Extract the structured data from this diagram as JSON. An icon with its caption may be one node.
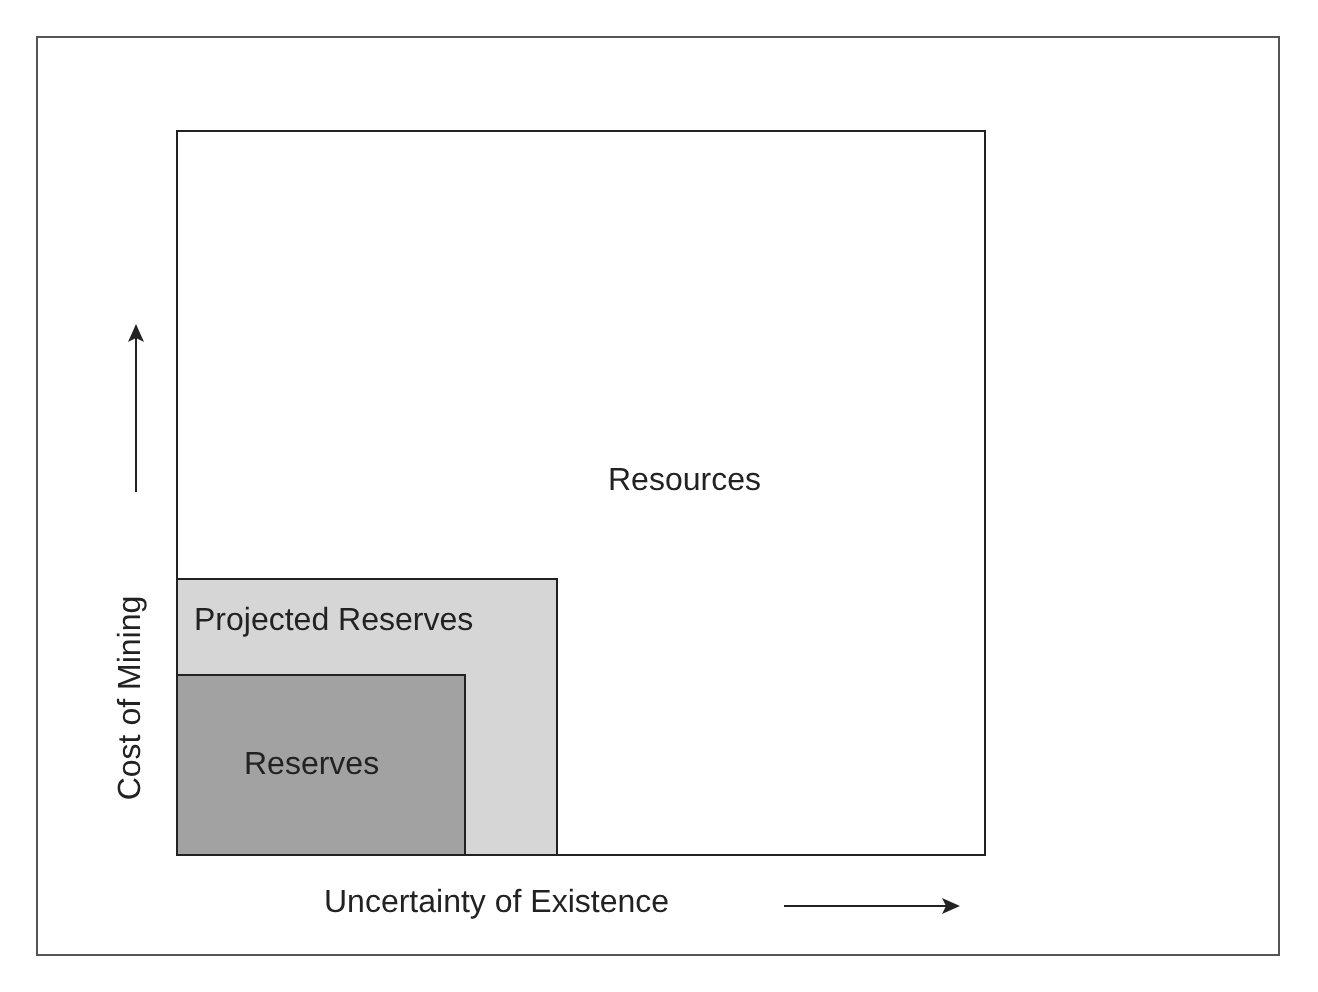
{
  "diagram": {
    "nodes": [
      {
        "text": [
          "Resources"
        ]
      },
      {
        "text": [
          "Projected Reserves"
        ],
        "in": 0
      },
      {
        "text": [
          "Reserves"
        ],
        "in": 1
      }
    ],
    "labels": [
      "Cost of Mining",
      "Uncertainty of Existence"
    ]
  }
}
